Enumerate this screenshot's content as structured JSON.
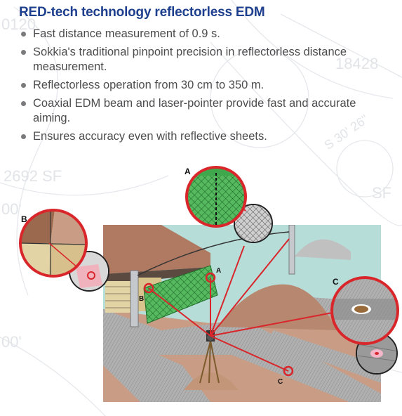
{
  "title": "RED-tech technology reflectorless EDM",
  "bullets": [
    "Fast distance measurement of 0.9 s.",
    "Sokkia's traditional pinpoint precision in reflectorless distance measurement.",
    "Reflectorless operation from 30 cm to 350 m.",
    "Coaxial EDM beam and laser-pointer provide fast and accurate aiming.",
    "Ensures accuracy even with reflective sheets."
  ],
  "background_text": [
    "0120",
    "2692 SF",
    "00'",
    "00'",
    "18428",
    "S 30' 26\"",
    "SF"
  ],
  "labels": {
    "a_inset": "A",
    "b_inset": "B",
    "c_inset": "C",
    "a_target": "A",
    "b_target": "B",
    "c_target": "C"
  },
  "colors": {
    "title": "#1d3f8e",
    "text": "#4d4d4f",
    "beam": "#d8262b",
    "sky": "#b7ddd9",
    "road": "#a8a8a8",
    "ground": "#c99d85",
    "mesh": "#3fa84d"
  }
}
